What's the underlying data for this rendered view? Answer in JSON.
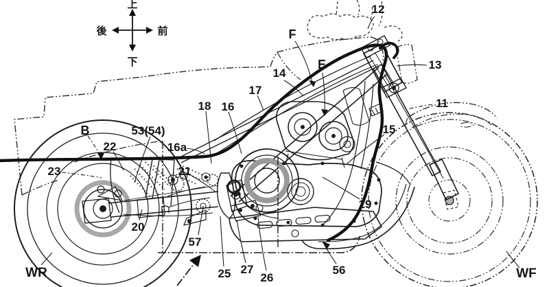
{
  "figure": {
    "kind": "patent line drawing",
    "subject": "motorcycle right-side elevation with reference numerals"
  },
  "compass": {
    "up": "上",
    "down": "下",
    "front": "前",
    "rear": "後"
  },
  "labels": {
    "b": "B",
    "e": "E",
    "f": "F",
    "n11": "11",
    "n12": "12",
    "n13": "13",
    "n14": "14",
    "n15": "15",
    "n16": "16",
    "n16a": "16a",
    "n17": "17",
    "n18": "18",
    "n19": "19",
    "n20": "20",
    "n21": "21",
    "n22": "22",
    "n23": "23",
    "n25": "25",
    "n26": "26",
    "n27": "27",
    "n53_54": "53(54)",
    "n56": "56",
    "n57": "57",
    "wr": "WR",
    "wf": "WF"
  },
  "colors": {
    "ink": "#1c1c1c",
    "shade_gray": "#9a9a9a",
    "background": "#ffffff"
  }
}
